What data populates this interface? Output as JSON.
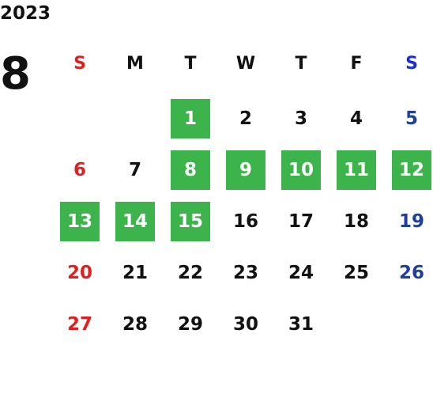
{
  "calendar": {
    "year": "2023",
    "month": "8",
    "weekday_labels": [
      "S",
      "M",
      "T",
      "W",
      "T",
      "F",
      "S"
    ],
    "first_weekday_index": 2,
    "days": [
      "1",
      "2",
      "3",
      "4",
      "5",
      "6",
      "7",
      "8",
      "9",
      "10",
      "11",
      "12",
      "13",
      "14",
      "15",
      "16",
      "17",
      "18",
      "19",
      "20",
      "21",
      "22",
      "23",
      "24",
      "25",
      "26",
      "27",
      "28",
      "29",
      "30",
      "31"
    ],
    "highlighted_days": [
      "1",
      "8",
      "9",
      "10",
      "11",
      "12",
      "13",
      "14",
      "15"
    ]
  },
  "colors": {
    "sunday": "#e02020",
    "saturday_label": "#1a2fd6",
    "saturday": "#1e3f9a",
    "weekday": "#111111",
    "highlight_bg": "#3cb44b",
    "highlight_text": "#ffffff"
  }
}
